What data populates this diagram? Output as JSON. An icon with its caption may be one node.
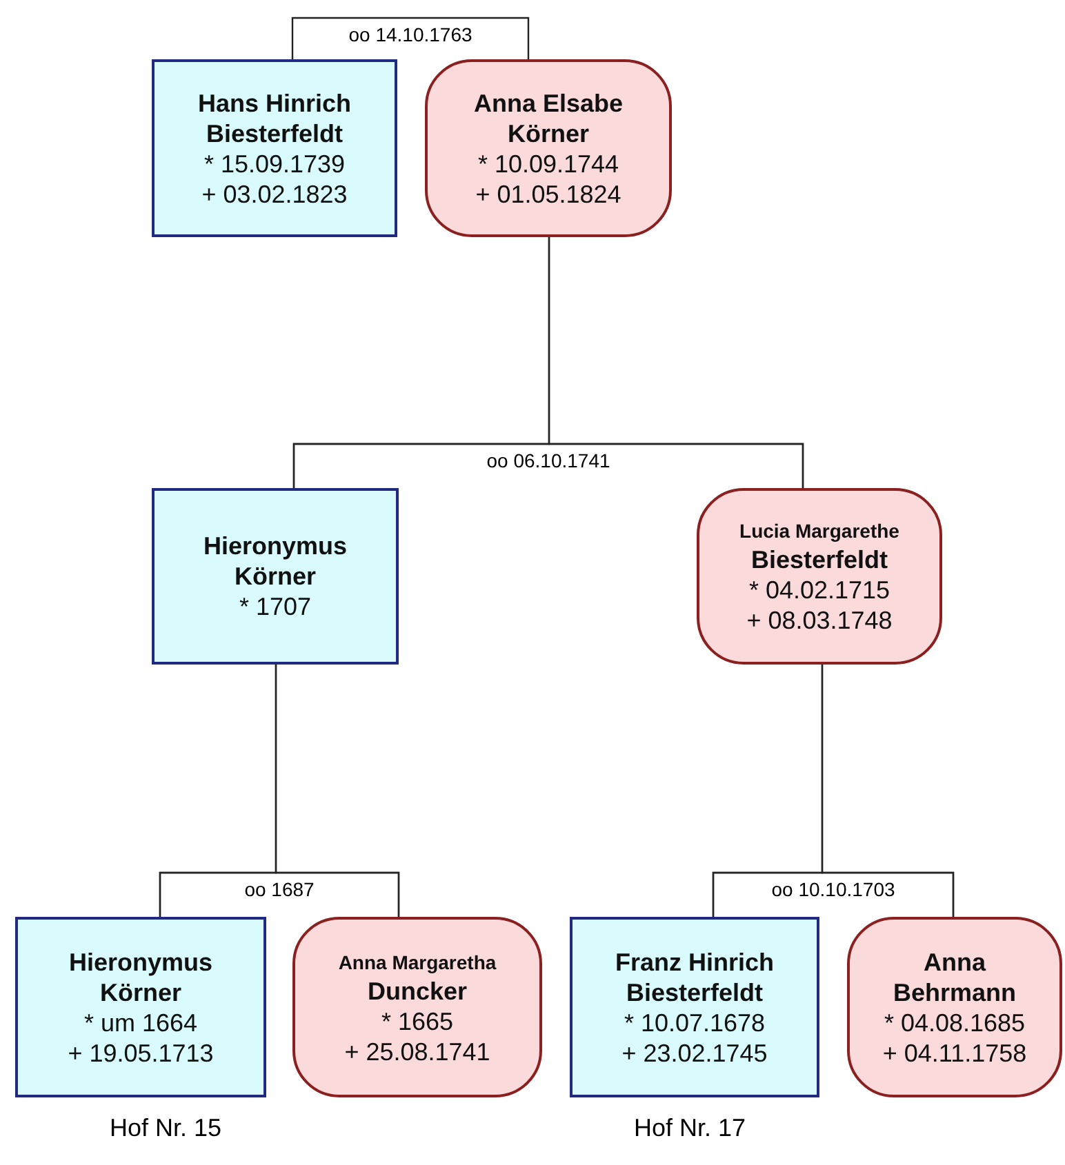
{
  "diagram": {
    "nodes": [
      {
        "text": [
          "Hans Hinrich Biesterfeldt",
          "* 15.09.1739",
          "+ 03.02.1823"
        ]
      },
      {
        "text": [
          "Anna Elsabe Körner",
          "* 10.09.1744",
          "+ 01.05.1824"
        ]
      },
      {
        "text": [
          "Hieronymus Körner",
          "* 1707"
        ]
      },
      {
        "text": [
          "Lucia Margarethe",
          "Biesterfeldt",
          "* 04.02.1715",
          "+ 08.03.1748"
        ]
      },
      {
        "text": [
          "Hieronymus Körner",
          "* um 1664",
          "+ 19.05.1713"
        ]
      },
      {
        "text": [
          "Anna Margaretha",
          "Duncker",
          "* 1665",
          "+ 25.08.1741"
        ]
      },
      {
        "text": [
          "Franz Hinrich Biesterfeldt",
          "* 10.07.1678",
          "+ 23.02.1745"
        ]
      },
      {
        "text": [
          "Anna Behrmann",
          "* 04.08.1685",
          "+ 04.11.1758"
        ]
      }
    ],
    "edges": [
      {
        "from": 0,
        "to": 1,
        "arrow": "none",
        "label": "oo 14.10.1763"
      },
      {
        "from": 1,
        "to": 2,
        "arrow": "none"
      },
      {
        "from": 1,
        "to": 3,
        "arrow": "none"
      },
      {
        "from": 2,
        "to": 3,
        "arrow": "none",
        "label": "oo 06.10.1741"
      },
      {
        "from": 2,
        "to": 4,
        "arrow": "none"
      },
      {
        "from": 2,
        "to": 5,
        "arrow": "none"
      },
      {
        "from": 4,
        "to": 5,
        "arrow": "none",
        "label": "oo 1687"
      },
      {
        "from": 3,
        "to": 6,
        "arrow": "none"
      },
      {
        "from": 3,
        "to": 7,
        "arrow": "none"
      },
      {
        "from": 6,
        "to": 7,
        "arrow": "none",
        "label": "oo 10.10.1703"
      }
    ],
    "labels": [
      "Hof Nr. 15",
      "Hof Nr. 17"
    ]
  }
}
